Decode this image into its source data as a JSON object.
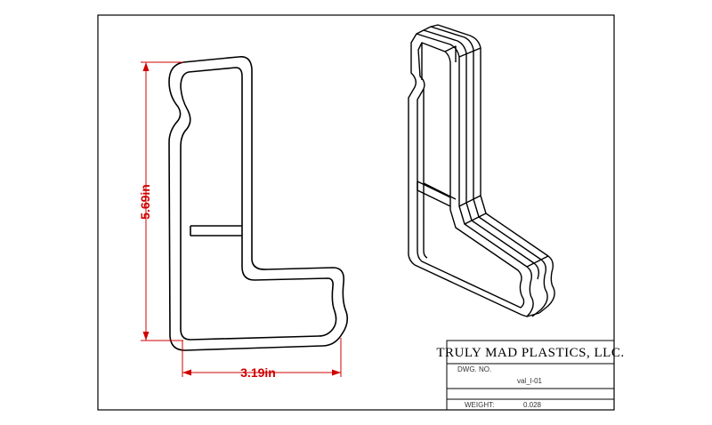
{
  "dimensions": {
    "height_label": "5.69in",
    "width_label": "3.19in",
    "color": "#d10000"
  },
  "title_block": {
    "company": "TRULY MAD PLASTICS, LLC.",
    "dwg_no_label": "DWG. NO.",
    "dwg_no_value": "val_l-01",
    "weight_label": "WEIGHT:",
    "weight_value": "0.028"
  }
}
